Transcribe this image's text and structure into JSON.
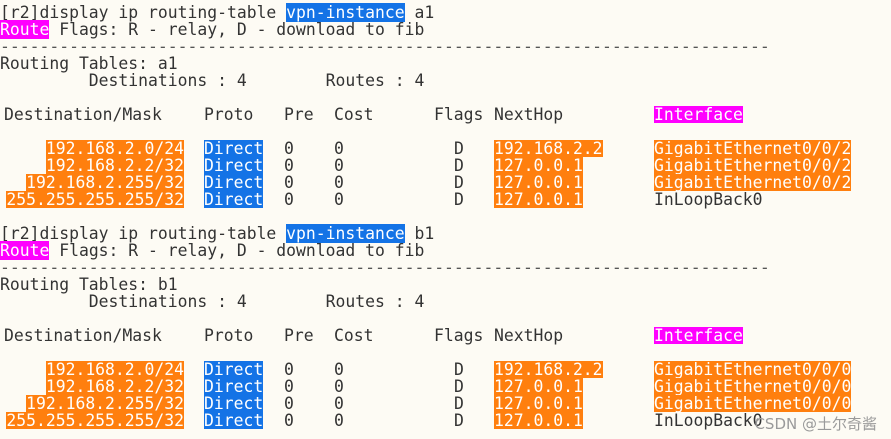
{
  "blocks": [
    {
      "prompt": "[r2]display ip routing-table ",
      "highlight": "vpn-instance",
      "instance": " a1",
      "flags_highlight": "Route",
      "flags_text": " Flags: R - relay, D - download to fib",
      "separator": "------------------------------------------------------------------------------",
      "tables_label": "Routing Tables: a1",
      "destinations_line": "         Destinations : 4        Routes : 4",
      "headers": {
        "dest": "Destination/Mask",
        "proto": "Proto",
        "pre": "Pre",
        "cost": "Cost",
        "flags": "Flags",
        "nexthop": "NextHop",
        "iface": "Interface"
      },
      "rows": [
        {
          "dest": "192.168.2.0/24",
          "proto": "Direct",
          "pre": "0",
          "cost": "0",
          "flags": "D",
          "nexthop": "192.168.2.2",
          "iface": "GigabitEthernet0/0/2",
          "hl_nh": true,
          "hl_if": true
        },
        {
          "dest": "192.168.2.2/32",
          "proto": "Direct",
          "pre": "0",
          "cost": "0",
          "flags": "D",
          "nexthop": "127.0.0.1",
          "iface": "GigabitEthernet0/0/2",
          "hl_nh": true,
          "hl_if": true
        },
        {
          "dest": "192.168.2.255/32",
          "proto": "Direct",
          "pre": "0",
          "cost": "0",
          "flags": "D",
          "nexthop": "127.0.0.1",
          "iface": "GigabitEthernet0/0/2",
          "hl_nh": true,
          "hl_if": true
        },
        {
          "dest": "255.255.255.255/32",
          "proto": "Direct",
          "pre": "0",
          "cost": "0",
          "flags": "D",
          "nexthop": "127.0.0.1",
          "iface": "InLoopBack0",
          "hl_nh": true,
          "hl_if": false
        }
      ]
    },
    {
      "prompt": "[r2]display ip routing-table ",
      "highlight": "vpn-instance",
      "instance": " b1",
      "flags_highlight": "Route",
      "flags_text": " Flags: R - relay, D - download to fib",
      "separator": "------------------------------------------------------------------------------",
      "tables_label": "Routing Tables: b1",
      "destinations_line": "         Destinations : 4        Routes : 4",
      "headers": {
        "dest": "Destination/Mask",
        "proto": "Proto",
        "pre": "Pre",
        "cost": "Cost",
        "flags": "Flags",
        "nexthop": "NextHop",
        "iface": "Interface"
      },
      "rows": [
        {
          "dest": "192.168.2.0/24",
          "proto": "Direct",
          "pre": "0",
          "cost": "0",
          "flags": "D",
          "nexthop": "192.168.2.2",
          "iface": "GigabitEthernet0/0/0",
          "hl_nh": true,
          "hl_if": true
        },
        {
          "dest": "192.168.2.2/32",
          "proto": "Direct",
          "pre": "0",
          "cost": "0",
          "flags": "D",
          "nexthop": "127.0.0.1",
          "iface": "GigabitEthernet0/0/0",
          "hl_nh": true,
          "hl_if": true
        },
        {
          "dest": "192.168.2.255/32",
          "proto": "Direct",
          "pre": "0",
          "cost": "0",
          "flags": "D",
          "nexthop": "127.0.0.1",
          "iface": "GigabitEthernet0/0/0",
          "hl_nh": true,
          "hl_if": true
        },
        {
          "dest": "255.255.255.255/32",
          "proto": "Direct",
          "pre": "0",
          "cost": "0",
          "flags": "D",
          "nexthop": "127.0.0.1",
          "iface": "InLoopBack0",
          "hl_nh": true,
          "hl_if": false
        }
      ]
    }
  ],
  "watermark": "CSDN @土尔奇酱"
}
